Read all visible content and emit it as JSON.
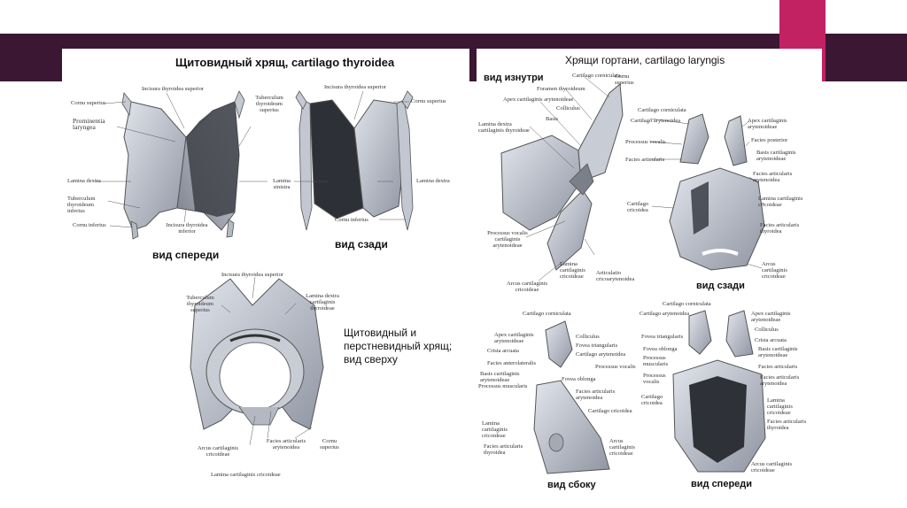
{
  "colors": {
    "topbar": "#3b1733",
    "accent": "#c22162",
    "cartilage": "#b9bfcb",
    "shadow": "#2d2f36"
  },
  "left": {
    "title": "Щитовидный хрящ, cartilago thyroidea",
    "front_view": "вид спереди",
    "back_view": "вид сзади",
    "top_view_lines": [
      "Щитовидный и",
      "перстневидный хрящ;",
      "вид сверху"
    ],
    "labels": {
      "cornu_superius": "Cornu superius",
      "incisura_sup": "Incisura thyroidea superior",
      "tuberculum_sup": "Tuberculum thyroideum superius",
      "prominentia": "Prominentia laryngea",
      "lamina_dextra": "Lamina dextra",
      "tuberculum_inf": "Tuberculum thyroideum inferius",
      "cornu_inferius": "Cornu inferius",
      "incisura_inf": "Incisura thyroidea inferior",
      "lamina_sinistra": "Lamina sinistra",
      "incisura_sup_b": "Incisura thyroidea superior",
      "cornu_superius_b": "Cornu superius",
      "lamina_dextra_b": "Lamina dextra",
      "cornu_inferius_b": "Cornu inferius",
      "incisura_sup_t": "Incisura thyroidea superior",
      "tuberculum_sup_t": "Tuberculum thyroideum superius",
      "lamina_dextra_t": "Lamina dextra cartilaginis thyroideae",
      "arcus_t": "Arcus cartilaginis cricoideae",
      "facies_t": "Facies articularis arytenoidea",
      "cornu_sup_t": "Cornu superius",
      "lamina_cric_t": "Lamina cartilaginis cricoideae"
    }
  },
  "right": {
    "title": "Хрящи гортани, cartilago laryngis",
    "inside_view": "вид изнутри",
    "back_view": "вид сзади",
    "side_view": "вид сбоку",
    "front_view": "вид спереди",
    "labels": {
      "cart_corniculata": "Cartilago corniculata",
      "cornu_sup": "Cornu superius",
      "foramen": "Foramen thyroideum",
      "apex": "Apex cartilaginis arytenoideae",
      "colliculus": "Colliculus",
      "basis": "Basis",
      "lamina_dextra": "Lamina dextra cartilaginis thyroideae",
      "proc_vocalis": "Processus vocalis cartilaginis arytenoideae",
      "arcus": "Arcus cartilaginis cricoideae",
      "lamina_cric": "Lamina cartilaginis cricoideae",
      "articulatio": "Articulatio cricoarytenoidea",
      "bv_corniculata": "Cartilago corniculata",
      "bv_arytenoidea": "Cartilago arytenoidea",
      "bv_proc_vocalis": "Processus vocalis",
      "bv_facies_art": "Facies articularis",
      "bv_cricoidea": "Cartilago cricoidea",
      "bv_apex": "Apex cartilaginis arytenoideae",
      "bv_facies_post": "Facies posterior",
      "bv_basis": "Basis cartilaginis arytenoideae",
      "bv_facies_aa": "Facies articularis arytenoidea",
      "bv_lamina": "Lamina cartilaginis cricoideae",
      "bv_facies_at": "Facies articularis thyroidea",
      "bv_arcus": "Arcus cartilaginis cricoideae",
      "sv_corniculata": "Cartilago corniculata",
      "sv_apex": "Apex cartilaginis arytenoideae",
      "sv_crista": "Crista arcuata",
      "sv_facies_al": "Facies anterolateralis",
      "sv_basis": "Basis cartilaginis arytenoideae",
      "sv_proc_musc": "Processus muscularis",
      "sv_colliculus": "Colliculus",
      "sv_fovea_tri": "Fovea triangularis",
      "sv_cart_ary": "Cartilago arytenoidea",
      "sv_proc_voc": "Processus vocalis",
      "sv_fovea_obl": "Fovea oblonga",
      "sv_facies_aa": "Facies articularis arytenoidea",
      "sv_lamina": "Lamina cartilaginis cricoideae",
      "sv_facies_at": "Facies articularis thyroidea",
      "sv_cart_cric": "Cartilago cricoidea",
      "sv_arcus": "Arcus cartilaginis cricoideae",
      "fv_corniculata": "Cartilago corniculata",
      "fv_arytenoidea": "Cartilago arytenoidea",
      "fv_fovea_tri": "Fovea triangularis",
      "fv_fovea_obl": "Fovea oblonga",
      "fv_proc_musc": "Processus muscularis",
      "fv_proc_voc": "Processus vocalis",
      "fv_cart_cric": "Cartilago cricoidea",
      "fv_apex": "Apex cartilaginis arytenoideae",
      "fv_colliculus": "Colliculus",
      "fv_crista": "Crista arcuata",
      "fv_basis": "Basis cartilaginis arytenoideae",
      "fv_facies": "Facies articularis",
      "fv_facies_aa": "Facies articularis arytenoidea",
      "fv_lamina": "Lamina cartilaginis cricoideae",
      "fv_facies_at": "Facies articularis thyroidea",
      "fv_arcus": "Arcus cartilaginis cricoideae"
    }
  }
}
